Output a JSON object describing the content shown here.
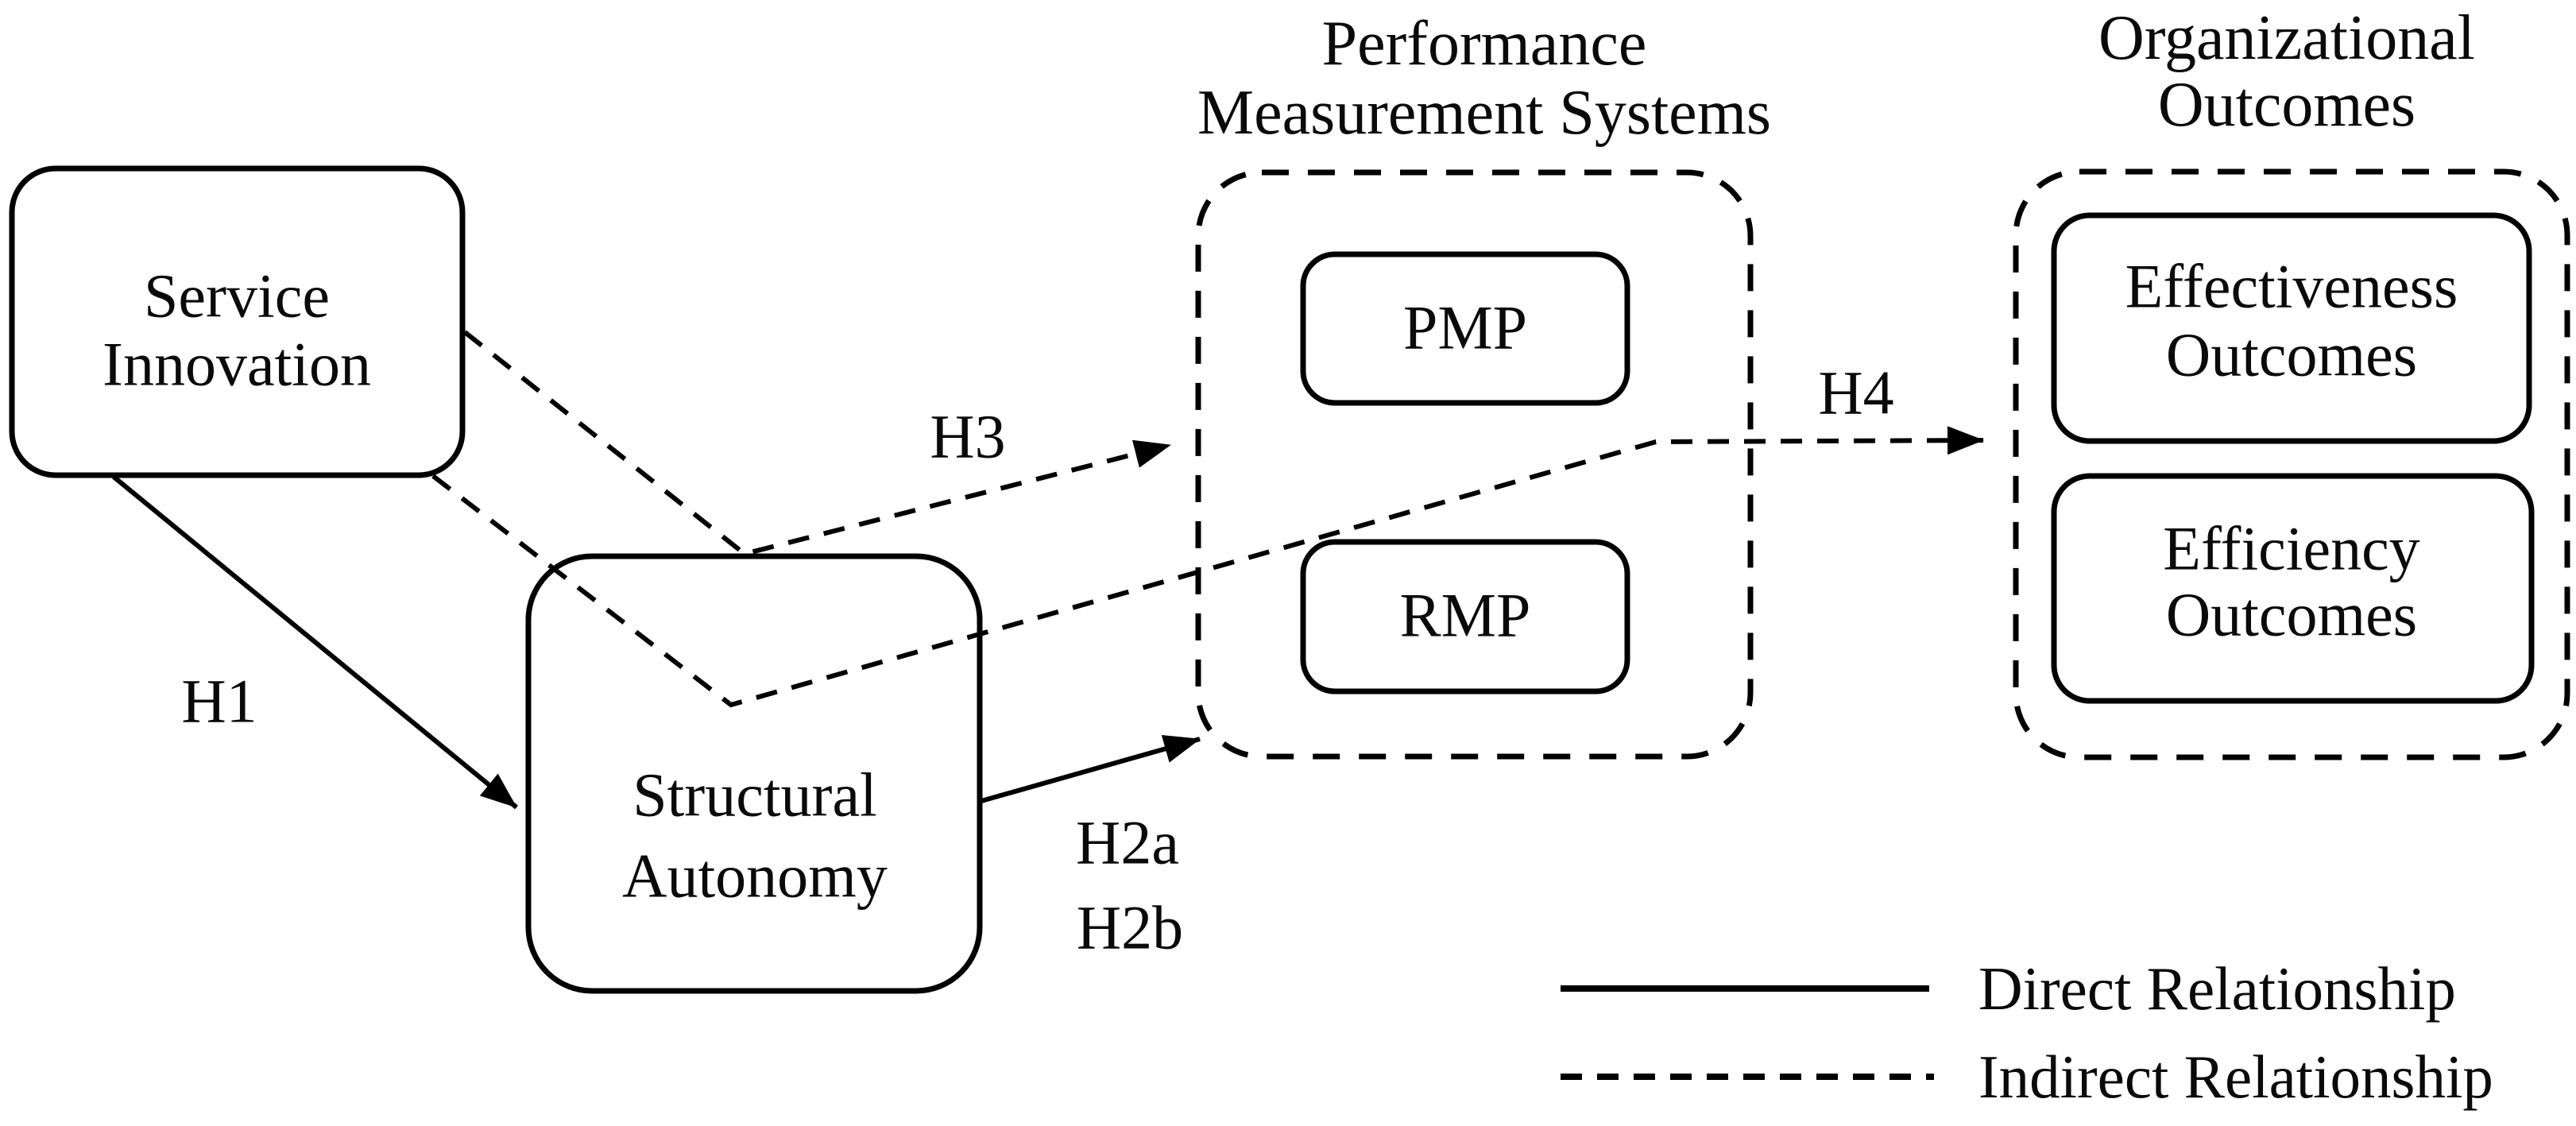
{
  "figure": {
    "background": "#ffffff",
    "line_color": "#000000"
  },
  "nodes": {
    "service_innovation": {
      "line1": "Service",
      "line2": "Innovation"
    },
    "structural_autonomy": {
      "line1": "Structural",
      "line2": "Autonomy"
    },
    "pmp": {
      "label": "PMP"
    },
    "rmp": {
      "label": "RMP"
    },
    "effectiveness_outcomes": {
      "line1": "Effectiveness",
      "line2": "Outcomes"
    },
    "efficiency_outcomes": {
      "line1": "Efficiency",
      "line2": "Outcomes"
    }
  },
  "groups": {
    "performance_measurement_systems": {
      "title_line1": "Performance",
      "title_line2": "Measurement Systems"
    },
    "organizational_outcomes": {
      "title_line1": "Organizational",
      "title_line2": "Outcomes"
    }
  },
  "hypothesis_labels": {
    "h1": "H1",
    "h2a": "H2a",
    "h2b": "H2b",
    "h3": "H3",
    "h4": "H4"
  },
  "legend": {
    "direct_label": "Direct Relationship",
    "indirect_label": "Indirect Relationship"
  }
}
